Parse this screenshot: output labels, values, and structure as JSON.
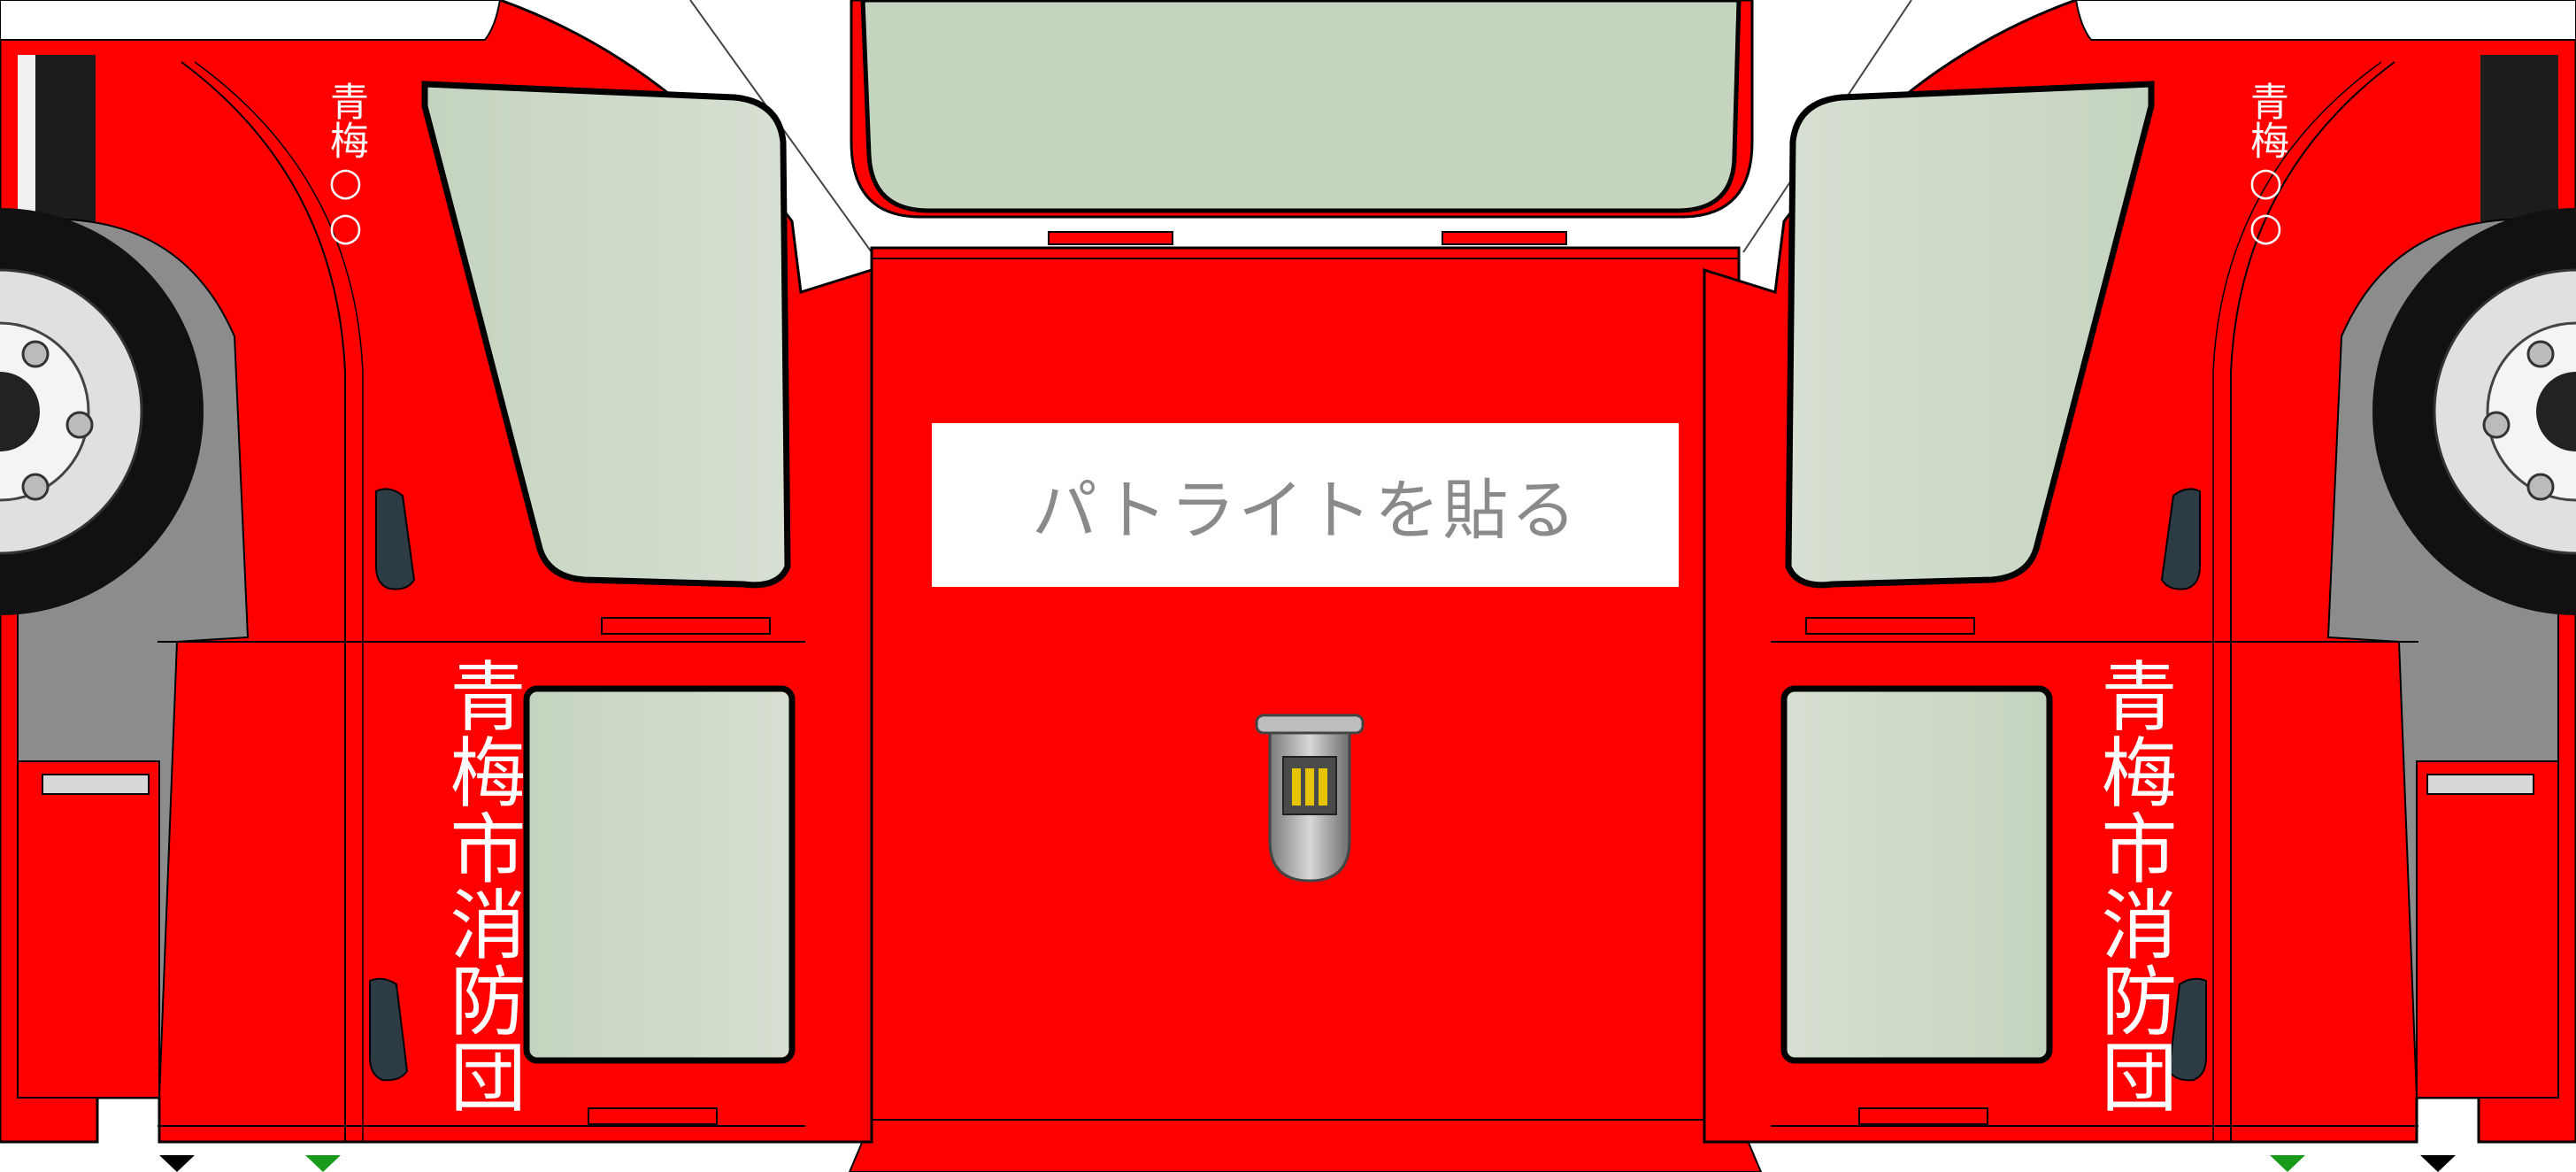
{
  "papercraft": {
    "center_instruction": "パトライトを貼る",
    "left_side": {
      "unit_number": "青梅○○",
      "team_name": "青梅市消防団"
    },
    "right_side": {
      "unit_number": "青梅○○",
      "team_name": "青梅市消防団"
    }
  },
  "colors": {
    "body_red": "#ff0000",
    "window_green": "#c6d5c1",
    "bumper_gray": "#8c8c8c",
    "outline": "#000000",
    "label_white": "#ffffff",
    "fold_mark_green": "#1a9a1a"
  },
  "icons": [
    "door-handle-icon",
    "rotating-light-icon",
    "wheel-icon",
    "fold-marker-icon"
  ]
}
